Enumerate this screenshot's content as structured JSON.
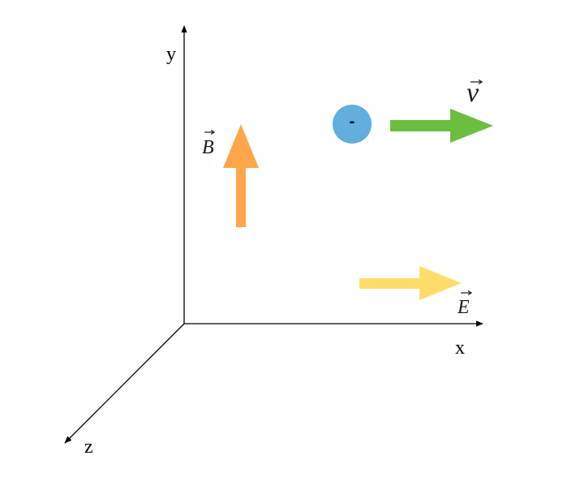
{
  "axes": {
    "x_label": "x",
    "y_label": "y",
    "z_label": "z"
  },
  "vectors": {
    "magnetic_field": {
      "symbol": "B",
      "color": "#FFA54A"
    },
    "velocity": {
      "symbol": "v",
      "color": "#6BBE3F"
    },
    "electric_field": {
      "symbol": "E",
      "color": "#FFDD6B"
    }
  },
  "particle": {
    "charge_sign": "-",
    "color": "#62AEDE"
  }
}
